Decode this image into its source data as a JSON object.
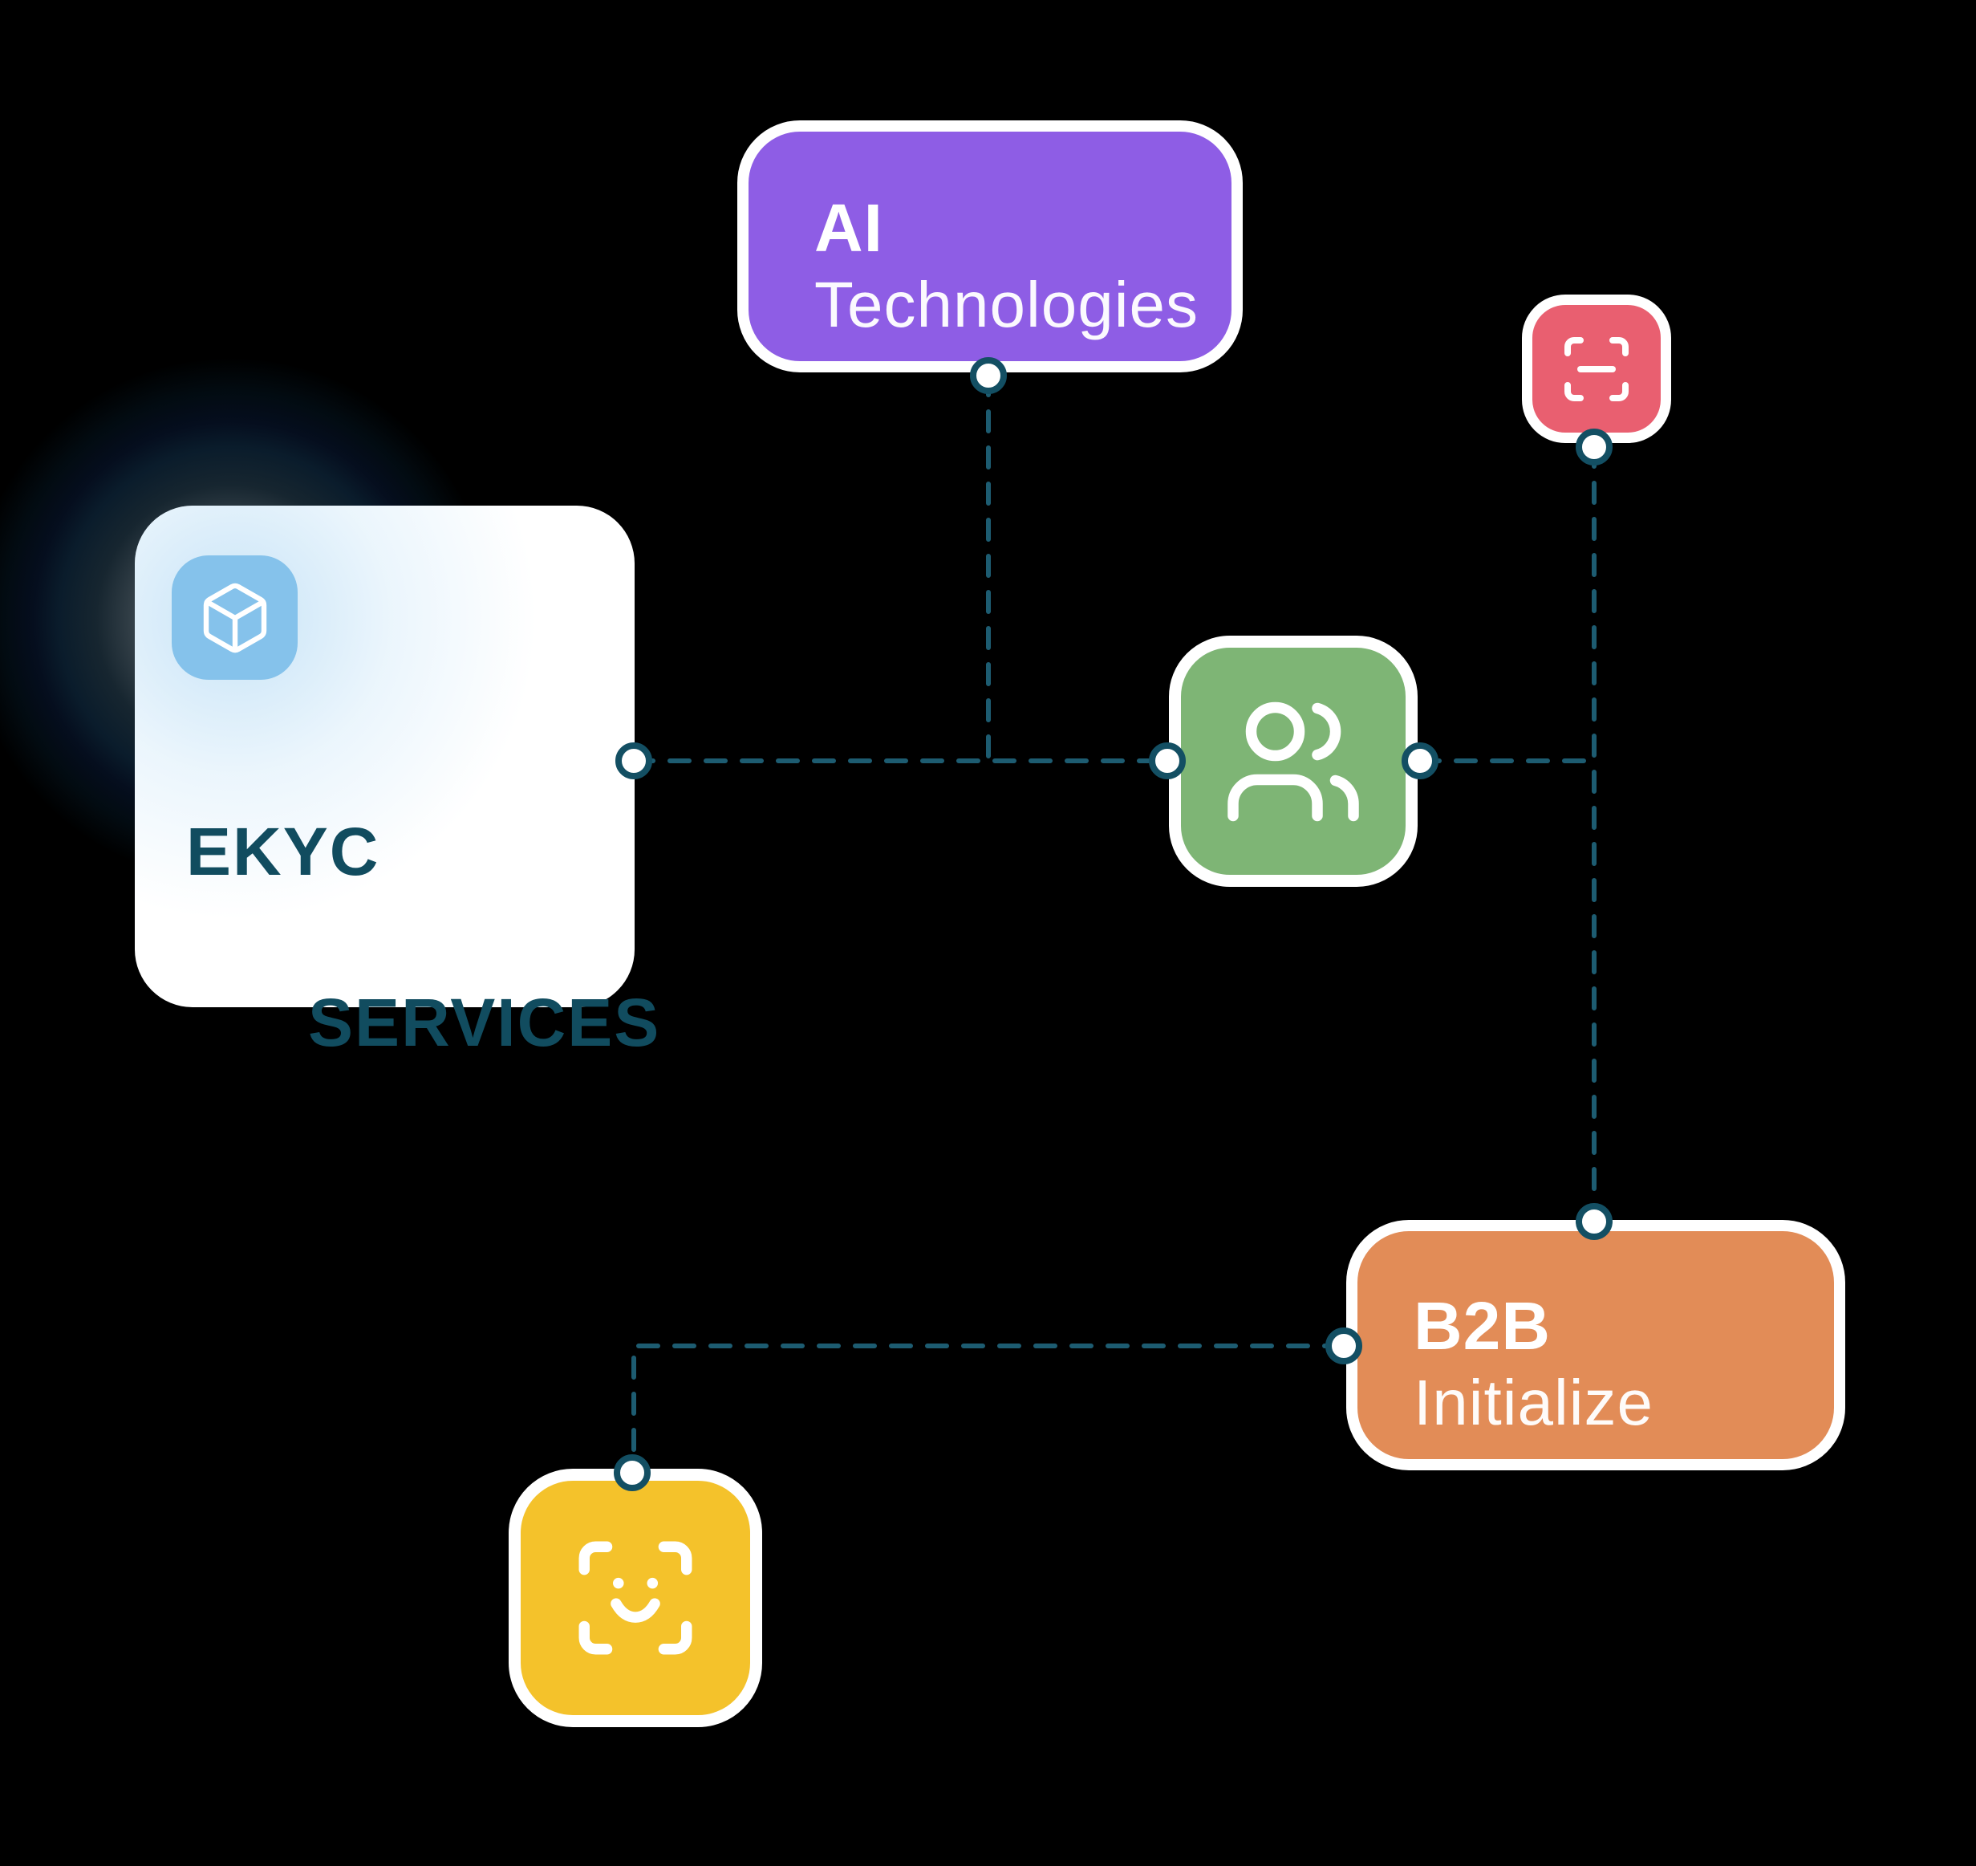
{
  "background": "#000000",
  "cards": {
    "ekyc": {
      "line1": "EKYC",
      "line2": "SERVICES",
      "bg": "#FFFFFF",
      "text_color": "#114C5F",
      "icon": "cube-icon",
      "icon_bg": "#85C2EB"
    },
    "ai": {
      "title": "AI",
      "subtitle": "Technologies",
      "bg": "#8E5DE5",
      "text_color": "#FFFFFF"
    },
    "b2b": {
      "title": "B2B",
      "subtitle": "Initialize",
      "bg": "#E28C57",
      "text_color": "#FFFFFF"
    },
    "users": {
      "icon": "users-icon",
      "bg": "#7EB575"
    },
    "scan": {
      "icon": "scan-line-icon",
      "bg": "#E95F70"
    },
    "face": {
      "icon": "face-scan-icon",
      "bg": "#F4C22B"
    }
  },
  "connections": {
    "line_color": "#1D5C71",
    "connector_fill": "#FFFFFF",
    "connector_ring": "#134F63",
    "style": "dashed"
  }
}
